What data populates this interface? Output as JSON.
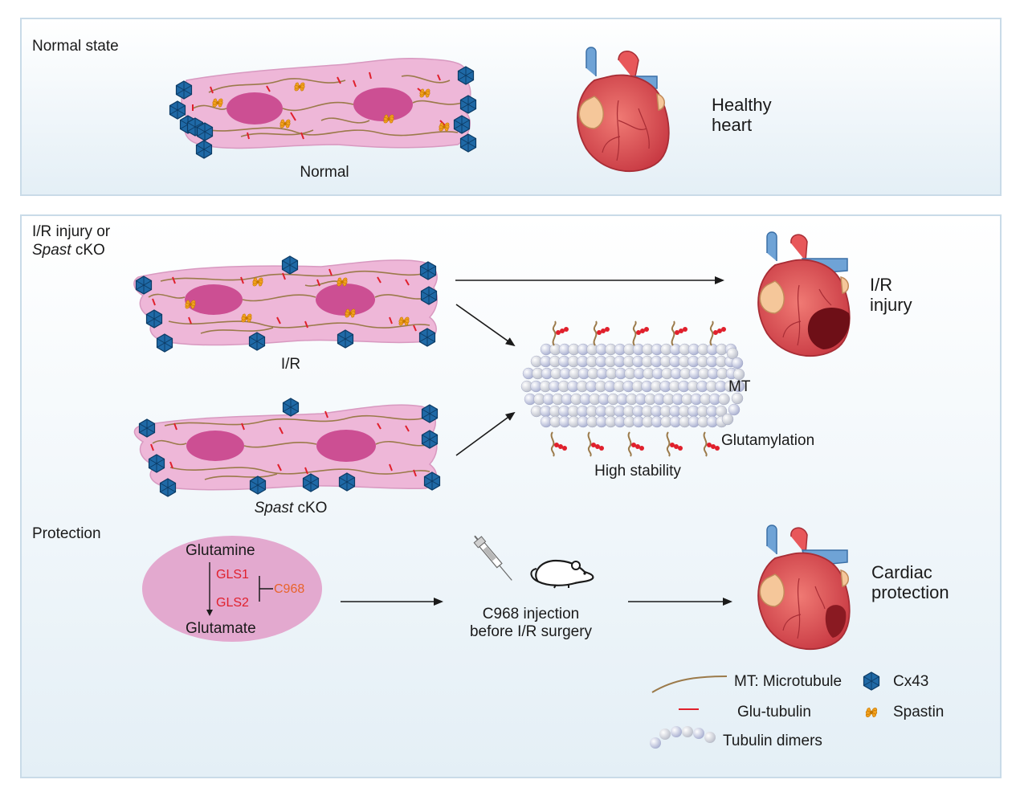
{
  "top_panel": {
    "title": "Normal state",
    "cell_label": "Normal",
    "heart_label_line1": "Healthy",
    "heart_label_line2": "heart"
  },
  "bottom_panel": {
    "title_line1": "I/R injury or",
    "title_line2_italic": "Spast",
    "title_line2_rest": " cKO",
    "cell1_label": "I/R",
    "cell2_label_italic": "Spast",
    "cell2_label_rest": " cKO",
    "mt_label": "MT",
    "glutamylation_label": "Glutamylation",
    "stability_label": "High stability",
    "injury_label_line1": "I/R",
    "injury_label_line2": "injury"
  },
  "protection": {
    "title": "Protection",
    "glutamine": "Glutamine",
    "gls1": "GLS1",
    "gls2": "GLS2",
    "c968": "C968",
    "glutamate": "Glutamate",
    "injection_line1": "C968 injection",
    "injection_line2": "before I/R surgery",
    "result_line1": "Cardiac",
    "result_line2": "protection"
  },
  "legend": {
    "mt": "MT: Microtubule",
    "glu_tubulin": "Glu-tubulin",
    "tubulin_dimers": "Tubulin dimers",
    "cx43": "Cx43",
    "spastin": "Spastin"
  },
  "colors": {
    "panel_border": "#c9dbe8",
    "cell_fill": "#eeb7d8",
    "nucleus": "#cc4f93",
    "cx43": "#1f69a6",
    "spastin": "#f2a11f",
    "glu_tubulin": "#e0202c",
    "microtubule_line": "#9b7a4a",
    "tubulin_dimer": "#c8cde6",
    "heart": "#d94c4f",
    "inhibitor_red": "#e0202c",
    "c968_orange": "#e8632a",
    "enzyme_ellipse": "#e3a9cf"
  }
}
